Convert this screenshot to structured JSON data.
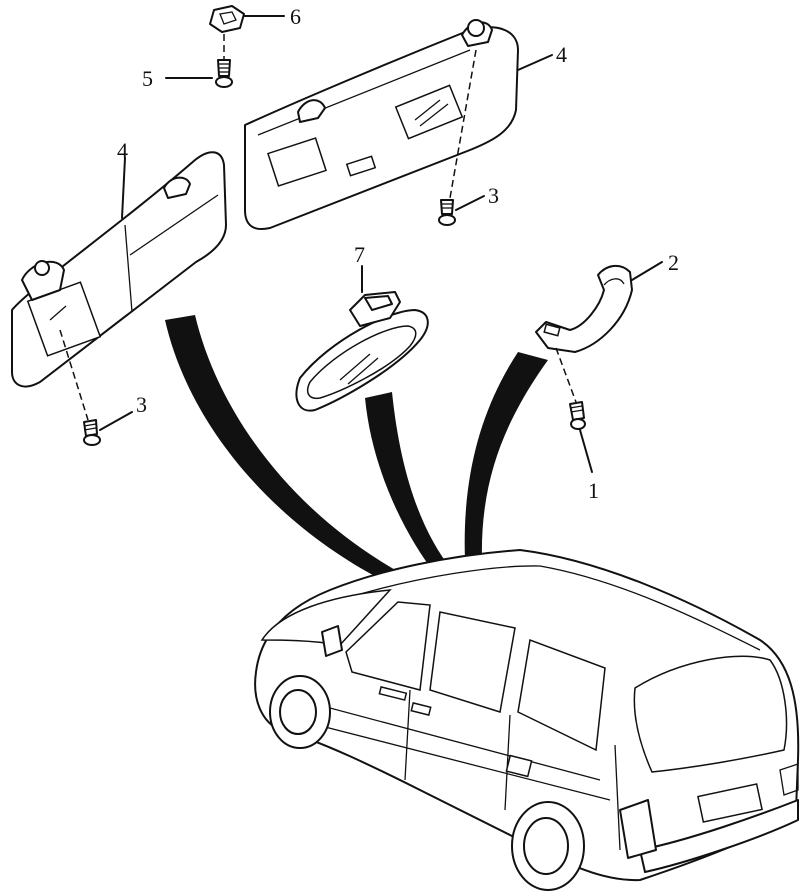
{
  "callouts": {
    "c1": "1",
    "c2": "2",
    "c3a": "3",
    "c3b": "3",
    "c4a": "4",
    "c4b": "4",
    "c5": "5",
    "c6": "6",
    "c7": "7"
  },
  "parts": {
    "p1": "screw",
    "p2": "assist handle",
    "p3": "screw",
    "p4": "sun visor",
    "p5": "screw",
    "p6": "visor clip",
    "p7": "inside rear-view mirror"
  }
}
